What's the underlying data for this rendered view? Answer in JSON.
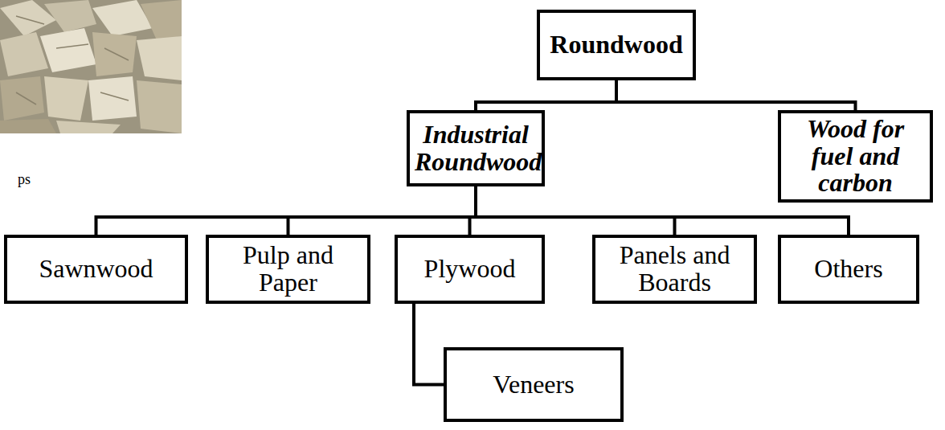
{
  "diagram": {
    "nodes": [
      {
        "text": [
          "Roundwood"
        ]
      },
      {
        "text": [
          "Industrial Roundwood"
        ]
      },
      {
        "text": [
          "Wood for fuel and carbon"
        ]
      },
      {
        "text": [
          "Sawnwood"
        ]
      },
      {
        "text": [
          "Pulp and Paper"
        ]
      },
      {
        "text": [
          "Plywood"
        ]
      },
      {
        "text": [
          "Panels and Boards"
        ]
      },
      {
        "text": [
          "Others"
        ]
      },
      {
        "text": [
          "Veneers"
        ]
      }
    ],
    "edges": [
      {
        "from": 0,
        "to": 1,
        "arrow": "none"
      },
      {
        "from": 0,
        "to": 2,
        "arrow": "none"
      },
      {
        "from": 1,
        "to": 3,
        "arrow": "none"
      },
      {
        "from": 1,
        "to": 4,
        "arrow": "none"
      },
      {
        "from": 1,
        "to": 5,
        "arrow": "none"
      },
      {
        "from": 1,
        "to": 6,
        "arrow": "none"
      },
      {
        "from": 1,
        "to": 7,
        "arrow": "none"
      },
      {
        "from": 5,
        "to": 8,
        "arrow": "none"
      }
    ],
    "labels": [
      "ps"
    ]
  }
}
